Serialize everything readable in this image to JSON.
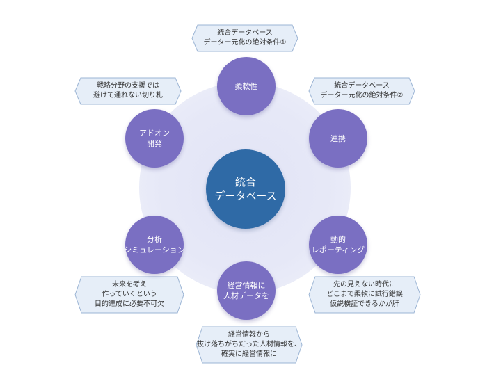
{
  "center": {
    "line1": "統合",
    "line2": "データベース"
  },
  "nodes": {
    "flexibility": {
      "line1": "柔軟性"
    },
    "linkage": {
      "line1": "連携"
    },
    "reporting": {
      "line1": "動的",
      "line2": "レポーティング"
    },
    "people_data": {
      "line1": "経営情報に",
      "line2": "人材データを"
    },
    "simulation": {
      "line1": "分析",
      "line2": "シミュレーション"
    },
    "addon": {
      "line1": "アドオン",
      "line2": "開発"
    }
  },
  "callouts": {
    "top": {
      "line1": "統合データベース",
      "line2": "データー元化の絶対条件①"
    },
    "top_right": {
      "line1": "統合データベース",
      "line2": "データー元化の絶対条件②"
    },
    "bottom_right": {
      "line1": "先の見えない時代に",
      "line2": "どこまで柔軟に試行錯誤",
      "line3": "仮説検証できるかが肝"
    },
    "bottom": {
      "line1": "経営情報から",
      "line2": "抜け落ちがちだった人材情報を、",
      "line3": "確実に経営情報に"
    },
    "bottom_left": {
      "line1": "未来を考え",
      "line2": "作っていくという",
      "line3": "目的達成に必要不可欠"
    },
    "top_left": {
      "line1": "戦略分野の支援では",
      "line2": "避けて通れない切り札"
    }
  },
  "colors": {
    "center": "#2f6aa6",
    "node": "#7a6fc2",
    "callout_fill": "#e6eef8",
    "callout_border": "#9bb4d4"
  }
}
